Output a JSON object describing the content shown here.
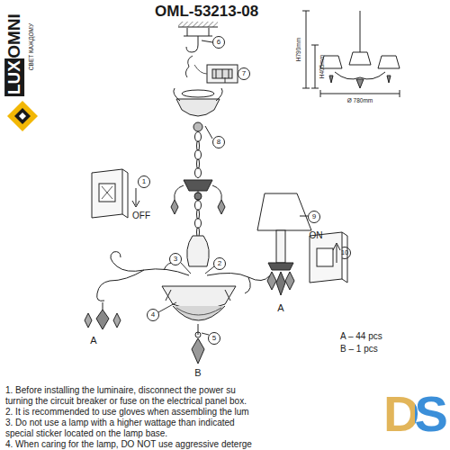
{
  "diagram": {
    "title": "OML-53213-08",
    "labels": [
      "OMNI",
      "LUX",
      "СВЕТ КАЖДОМУ",
      "OFF",
      "ON",
      "1",
      "2",
      "3",
      "4",
      "5",
      "6",
      "7",
      "8",
      "9",
      "10",
      "A",
      "A",
      "B",
      "A – 44 pcs",
      "B – 1 pcs",
      "H790mm",
      "H405mm",
      "Ø 780mm",
      "1. Before installing the luminaire, disconnect the power su",
      "turning the circuit breaker or fuse on the electrical panel box.",
      "2. It is recommended to use gloves when assembling the lum",
      "3. Do not use a lamp with a higher wattage than indicated",
      "special sticker located on the lamp base.",
      "4. When caring for the lamp, DO NOT use aggressive deterge",
      "DS"
    ]
  }
}
